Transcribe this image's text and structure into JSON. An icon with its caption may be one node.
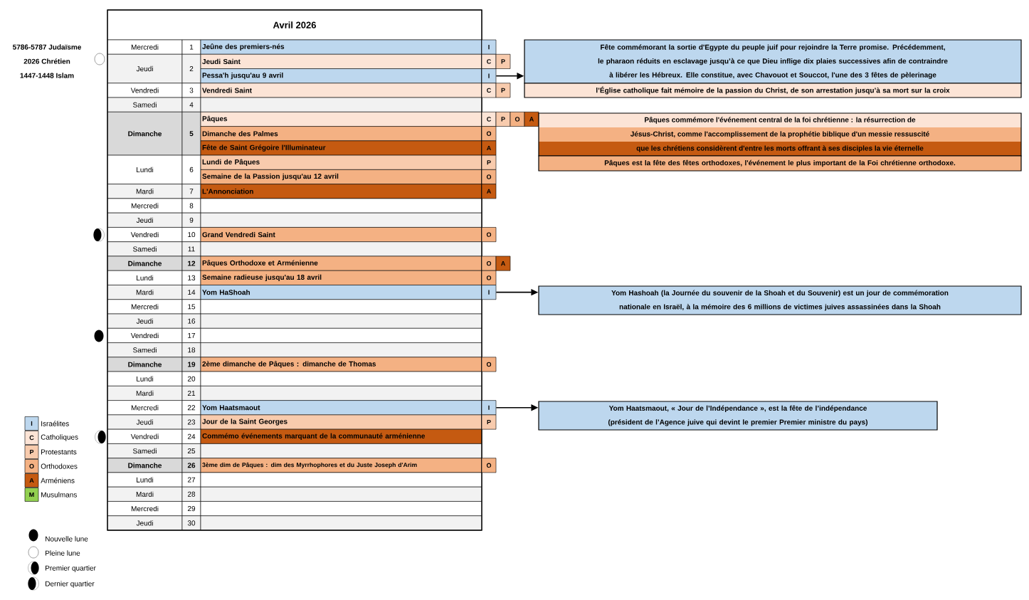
{
  "diagram": {
    "title": "Avril 2026",
    "nodes": [
      {
        "text": [
          "I"
        ]
      },
      {
        "text": [
          "C"
        ]
      },
      {
        "text": [
          "P"
        ]
      },
      {
        "text": [
          "I"
        ]
      },
      {
        "text": [
          "C"
        ]
      },
      {
        "text": [
          "P"
        ]
      },
      {
        "text": [
          "C"
        ]
      },
      {
        "text": [
          "P"
        ]
      },
      {
        "text": [
          "O"
        ]
      },
      {
        "text": [
          "A"
        ]
      },
      {
        "text": [
          "O"
        ]
      },
      {
        "text": [
          "A"
        ]
      },
      {
        "text": [
          "P"
        ]
      },
      {
        "text": [
          "O"
        ]
      },
      {
        "text": [
          "A"
        ]
      },
      {
        "text": [
          "O"
        ]
      },
      {
        "text": [
          "O"
        ]
      },
      {
        "text": [
          "A"
        ]
      },
      {
        "text": [
          "O"
        ]
      },
      {
        "text": [
          "I"
        ]
      },
      {
        "text": [
          "O"
        ]
      },
      {
        "text": [
          "I"
        ]
      },
      {
        "text": [
          "P"
        ]
      },
      {
        "text": [
          "O"
        ]
      },
      {
        "text": [
          "Fête commémorant la sortie d'Egypte du peuple juif pour rejoindre la Terre promise. Précédemment, le pharaon réduits en esclavage jusqu’à ce que Dieu inflige dix plaies successives afin de contraindre à libérer les Hébreux. Elle constitue, avec Chavouot et Souccot, l'une des 3 fêtes de pèlerinage"
        ]
      },
      {
        "text": [
          "l’Église catholique fait mémoire de la passion du Christ, de son arrestation jusqu’à sa mort sur la croix"
        ]
      },
      {
        "text": [
          "Pâques commémore l'événement central de la foi chrétienne : la résurrection de",
          "Jésus-Christ, comme l'accomplissement de la prophétie biblique d'un messie ressuscité",
          "que les chrétiens considèrent d'entre les morts offrant à ses disciples la vie éternelle"
        ]
      },
      {
        "text": [
          "Pâques est la fête des fêtes orthodoxes, l'événement le plus important de la Foi chrétienne orthodoxe."
        ]
      },
      {
        "text": [
          "Yom Hashoah (la Journée du souvenir de la Shoah et du Souvenir) est un jour de commémoration nationale en Israël, à la mémoire des 6 millions de victimes juives assassinées dans la Shoah"
        ]
      },
      {
        "text": [
          "Yom Haatsmaout, « Jour de l’Indépendance », est la fête de l’indépendance (président de l’Agence juive qui devint le premier Premier ministre du pays)"
        ]
      }
    ],
    "edges": [
      {
        "from": 3,
        "to": 24,
        "arrow": "to"
      },
      {
        "from": 19,
        "to": 28,
        "arrow": "to"
      },
      {
        "from": 21,
        "to": 29,
        "arrow": "to"
      }
    ],
    "labels": [
      "5786-5787 Judaïsme",
      "2026 Chrétien",
      "1447-1448 Islam",
      "Mercredi",
      "1",
      "Jeûne des premiers-nés",
      "Jeudi",
      "2",
      "Jeudi Saint",
      "Pessa'h jusqu'au 9 avril",
      "Vendredi",
      "3",
      "Vendredi Saint",
      "Samedi",
      "4",
      "Dimanche",
      "5",
      "Pâques",
      "Dimanche des Palmes",
      "Fête de Saint Grégoire l'Illuminateur",
      "Lundi",
      "6",
      "Lundi de Pâques",
      "Semaine de la Passion jusqu'au 12 avril",
      "Mardi",
      "7",
      "L'Annonciation",
      "Mercredi",
      "8",
      "Jeudi",
      "9",
      "Vendredi",
      "10",
      "Grand Vendredi Saint",
      "Samedi",
      "11",
      "Dimanche",
      "12",
      "Pâques Orthodoxe et Arménienne",
      "Lundi",
      "13",
      "Semaine radieuse jusqu'au 18 avril",
      "Mardi",
      "14",
      "Yom HaShoah",
      "Mercredi",
      "15",
      "Jeudi",
      "16",
      "Vendredi",
      "17",
      "Samedi",
      "18",
      "Dimanche",
      "19",
      "2ème dimanche de Pâques : dimanche de Thomas",
      "Lundi",
      "20",
      "Mardi",
      "21",
      "Mercredi",
      "22",
      "Yom Haatsmaout",
      "Jeudi",
      "23",
      "Jour de la Saint Georges",
      "Vendredi",
      "24",
      "Commémo événements marquant de la communauté arménienne",
      "Samedi",
      "25",
      "Dimanche",
      "26",
      "3ème dim de Pâques : dim des Myrrhophores et du Juste Joseph d'Arim",
      "Lundi",
      "27",
      "Mardi",
      "28",
      "Mercredi",
      "29",
      "Jeudi",
      "30",
      "I",
      "C",
      "P",
      "O",
      "A",
      "M"
    ],
    "legend": [
      {
        "text": "Israélites",
        "color": "#bdd7ee"
      },
      {
        "text": "Catholiques",
        "color": "#fce4d6"
      },
      {
        "text": "Protestants",
        "color": "#f8cbad"
      },
      {
        "text": "Orthodoxes",
        "color": "#f4b183"
      },
      {
        "text": "Arméniens",
        "color": "#c55a11"
      },
      {
        "text": "Musulmans",
        "color": "#92d050"
      },
      {
        "text": "Nouvelle lune"
      },
      {
        "text": "Pleine lune"
      },
      {
        "text": "Premier quartier"
      },
      {
        "text": "Dernier quartier"
      }
    ]
  }
}
